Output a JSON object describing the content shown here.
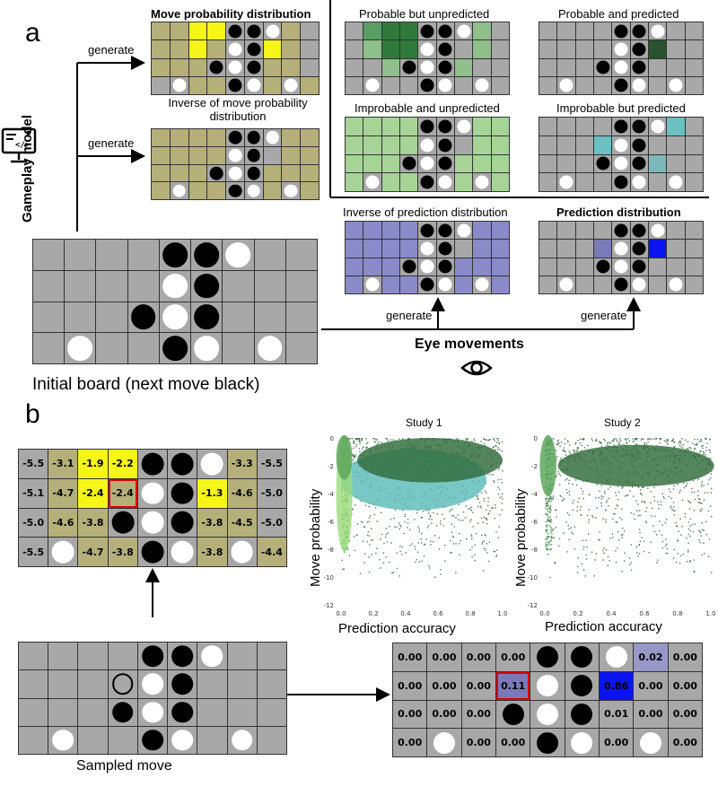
{
  "panel_a": {
    "letter": "a",
    "gameplay_model_label": "Gameplay model",
    "generate_top": "generate",
    "generate_mid": "generate",
    "move_prob_title": "Move probability distribution",
    "inverse_move_prob_title": "Inverse of move probability distribution",
    "probable_unpredicted": "Probable but unpredicted",
    "probable_predicted": "Probable and predicted",
    "improbable_unpredicted": "Improbable and unpredicted",
    "improbable_predicted": "Improbable but predicted",
    "inverse_prediction_title": "Inverse of prediction distribution",
    "prediction_title": "Prediction distribution",
    "generate_left_bottom": "generate",
    "generate_right_bottom": "generate",
    "eye_movements": "Eye movements",
    "initial_board_caption": "Initial board (next move black)",
    "computer_icon": "computer-code-icon",
    "eye_icon": "eye-icon"
  },
  "panel_b": {
    "letter": "b",
    "sampled_move_caption": "Sampled move",
    "value_grid": [
      [
        "-5.5",
        "-3.1",
        "-1.9",
        "-2.2",
        "B",
        "B",
        "W",
        "-3.3",
        "-5.5"
      ],
      [
        "-5.1",
        "-4.7",
        "-2.4",
        "-2.4",
        "W",
        "B",
        "-1.3",
        "-4.6",
        "-5.0"
      ],
      [
        "-5.0",
        "-4.6",
        "-3.8",
        "B",
        "W",
        "B",
        "-3.8",
        "-4.5",
        "-5.0"
      ],
      [
        "-5.5",
        "W",
        "-4.7",
        "-3.8",
        "B",
        "W",
        "-3.8",
        "W",
        "-4.4"
      ]
    ],
    "prob_grid": [
      [
        "0.00",
        "0.00",
        "0.00",
        "0.00",
        "B",
        "B",
        "W",
        "0.02",
        "0.00"
      ],
      [
        "0.00",
        "0.00",
        "0.00",
        "0.11",
        "W",
        "B",
        "0.86",
        "0.00",
        "0.00"
      ],
      [
        "0.00",
        "0.00",
        "0.00",
        "B",
        "W",
        "B",
        "0.01",
        "0.00",
        "0.00"
      ],
      [
        "0.00",
        "W",
        "0.00",
        "0.00",
        "B",
        "W",
        "0.00",
        "W",
        "0.00"
      ]
    ]
  },
  "chart_data": [
    {
      "type": "scatter",
      "title": "Study 1",
      "xlabel": "Prediction accuracy",
      "ylabel": "Move probability",
      "xlim": [
        0.0,
        1.0
      ],
      "ylim": [
        -12,
        0
      ],
      "xticks": [
        "0.0",
        "0.2",
        "0.4",
        "0.6",
        "0.8",
        "1.0"
      ],
      "yticks": [
        "0",
        "-2",
        "-4",
        "-6",
        "-8",
        "-10",
        "-12"
      ],
      "ellipses": [
        {
          "cx": 0.45,
          "cy": -3.0,
          "rx": 0.45,
          "ry": 2.2,
          "color": "#5bbcba"
        },
        {
          "cx": 0.55,
          "cy": -1.6,
          "rx": 0.45,
          "ry": 1.6,
          "color": "#2f6b3a"
        },
        {
          "cx": 0.02,
          "cy": -4.0,
          "rx": 0.05,
          "ry": 4.2,
          "color": "#9cdc7c"
        },
        {
          "cx": 0.02,
          "cy": -1.4,
          "rx": 0.05,
          "ry": 1.6,
          "color": "#5aa35a"
        }
      ]
    },
    {
      "type": "scatter",
      "title": "Study 2",
      "xlabel": "Prediction accuracy",
      "ylabel": "Move probability",
      "xlim": [
        0.0,
        1.0
      ],
      "ylim": [
        -12,
        0
      ],
      "xticks": [
        "0.0",
        "0.2",
        "0.4",
        "0.6",
        "0.8",
        "1.0"
      ],
      "yticks": [
        "0",
        "-2",
        "-4",
        "-6",
        "-8",
        "-10",
        "-12"
      ],
      "ellipses": [
        {
          "cx": 0.55,
          "cy": -2.0,
          "rx": 0.47,
          "ry": 1.5,
          "color": "#2f6b3a"
        },
        {
          "cx": 0.02,
          "cy": -2.0,
          "rx": 0.05,
          "ry": 2.2,
          "color": "#5aa35a"
        }
      ]
    }
  ],
  "colors": {
    "board_gray": "#a8a8a8",
    "yellow": "#f5f518",
    "olive": "#b5b07a",
    "green_dark": "#2f7a3a",
    "light_green": "#a6d496",
    "lavender": "#8a8ac9",
    "blue": "#0a14f0",
    "teal": "#6cbfc2",
    "red": "#e00000"
  }
}
